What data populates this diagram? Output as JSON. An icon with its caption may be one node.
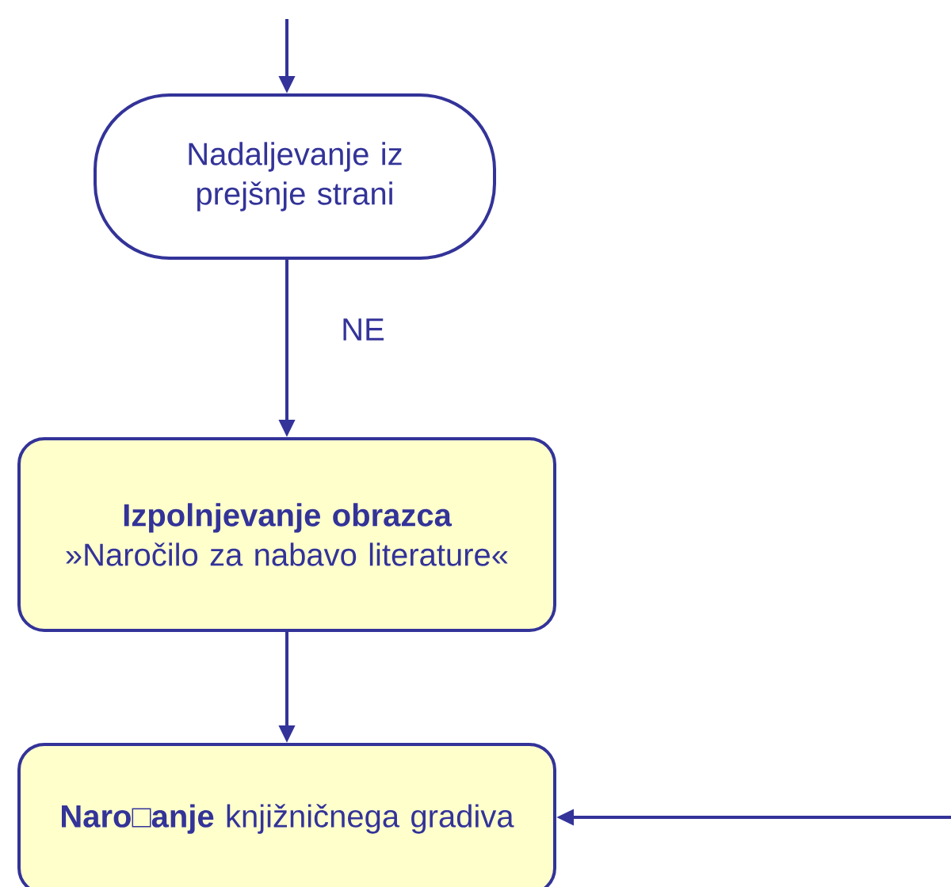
{
  "diagram": {
    "nodes": [
      {
        "text": [
          "Nadaljevanje iz prejšnje strani"
        ]
      },
      {
        "text": [
          "Izpolnjevanje obrazca",
          "»Naročilo za nabavo literature«"
        ]
      },
      {
        "text": [
          "**Naro□anje** knjižničnega gradiva"
        ]
      }
    ],
    "edges": [
      {
        "from": null,
        "to": 0,
        "arrow": "to"
      },
      {
        "from": 0,
        "to": 1,
        "arrow": "to",
        "label": "NE"
      },
      {
        "from": 1,
        "to": 2,
        "arrow": "to"
      },
      {
        "from": null,
        "to": 2,
        "arrow": "to"
      }
    ]
  }
}
